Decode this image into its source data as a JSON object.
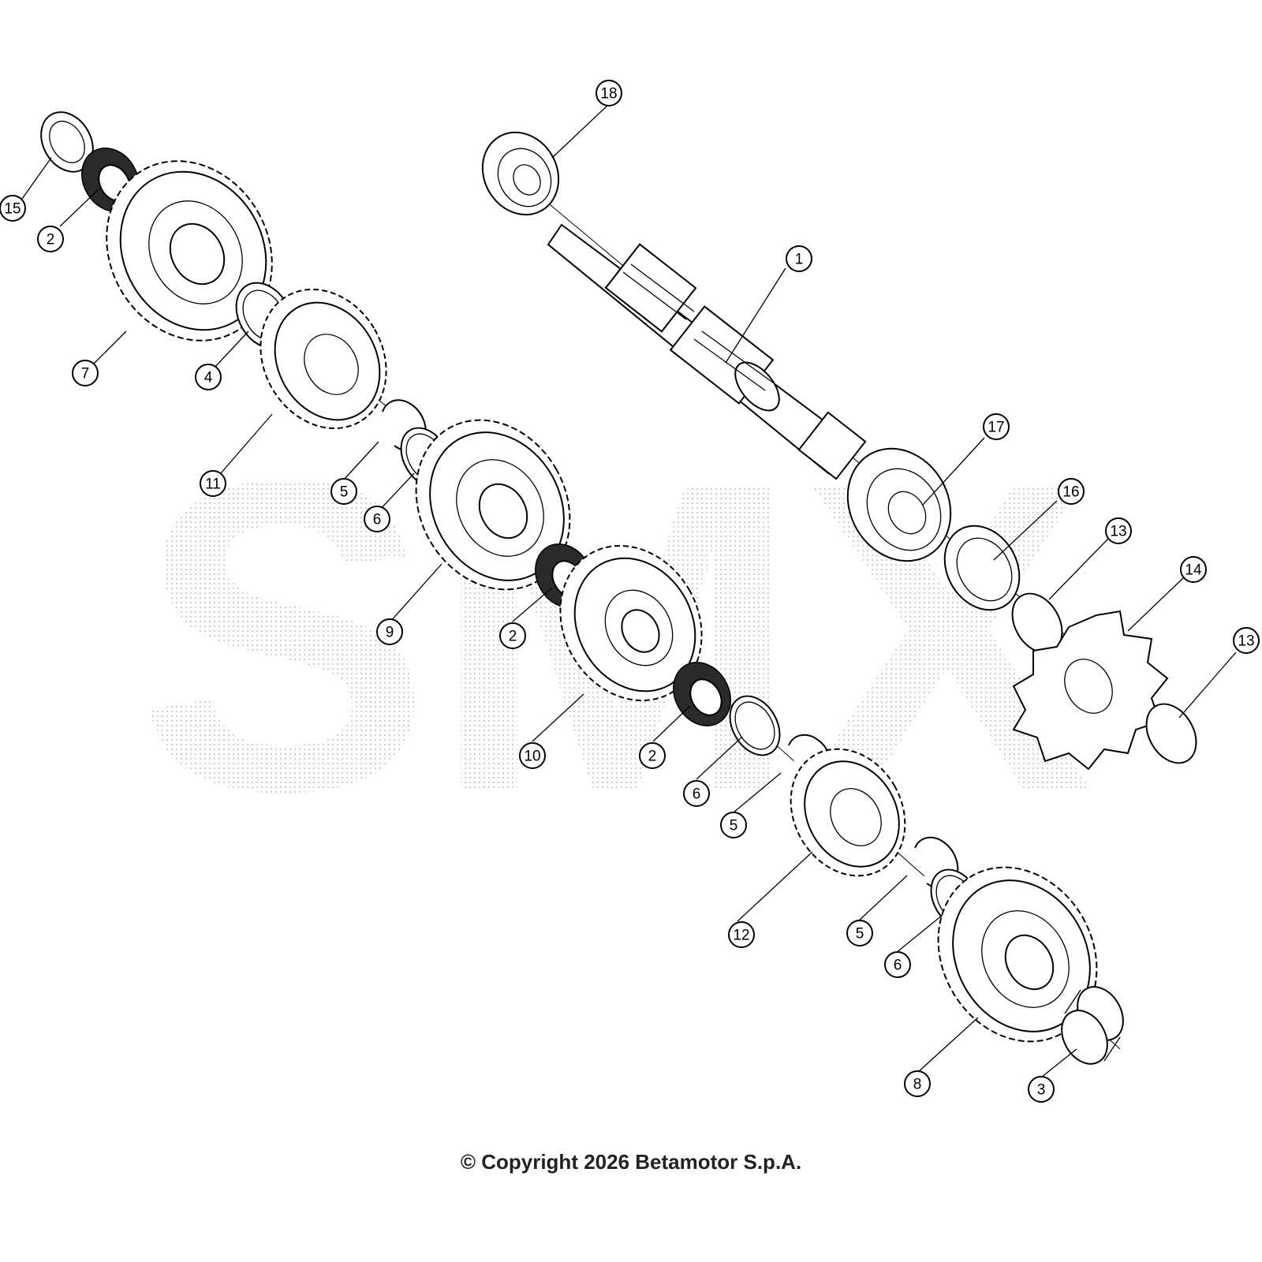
{
  "watermark": "SMX",
  "callouts": [
    {
      "id": "c18",
      "label": "18"
    },
    {
      "id": "c15",
      "label": "15"
    },
    {
      "id": "c2a",
      "label": "2"
    },
    {
      "id": "c1",
      "label": "1"
    },
    {
      "id": "c7",
      "label": "7"
    },
    {
      "id": "c4",
      "label": "4"
    },
    {
      "id": "c17",
      "label": "17"
    },
    {
      "id": "c11",
      "label": "11"
    },
    {
      "id": "c5a",
      "label": "5"
    },
    {
      "id": "c16",
      "label": "16"
    },
    {
      "id": "c6a",
      "label": "6"
    },
    {
      "id": "c13a",
      "label": "13"
    },
    {
      "id": "c14",
      "label": "14"
    },
    {
      "id": "c9",
      "label": "9"
    },
    {
      "id": "c2b",
      "label": "2"
    },
    {
      "id": "c13b",
      "label": "13"
    },
    {
      "id": "c10",
      "label": "10"
    },
    {
      "id": "c2c",
      "label": "2"
    },
    {
      "id": "c6b",
      "label": "6"
    },
    {
      "id": "c5b",
      "label": "5"
    },
    {
      "id": "c12",
      "label": "12"
    },
    {
      "id": "c5c",
      "label": "5"
    },
    {
      "id": "c6c",
      "label": "6"
    },
    {
      "id": "c8",
      "label": "8"
    },
    {
      "id": "c3",
      "label": "3"
    }
  ],
  "copyright": "© Copyright 2026 Betamotor S.p.A."
}
